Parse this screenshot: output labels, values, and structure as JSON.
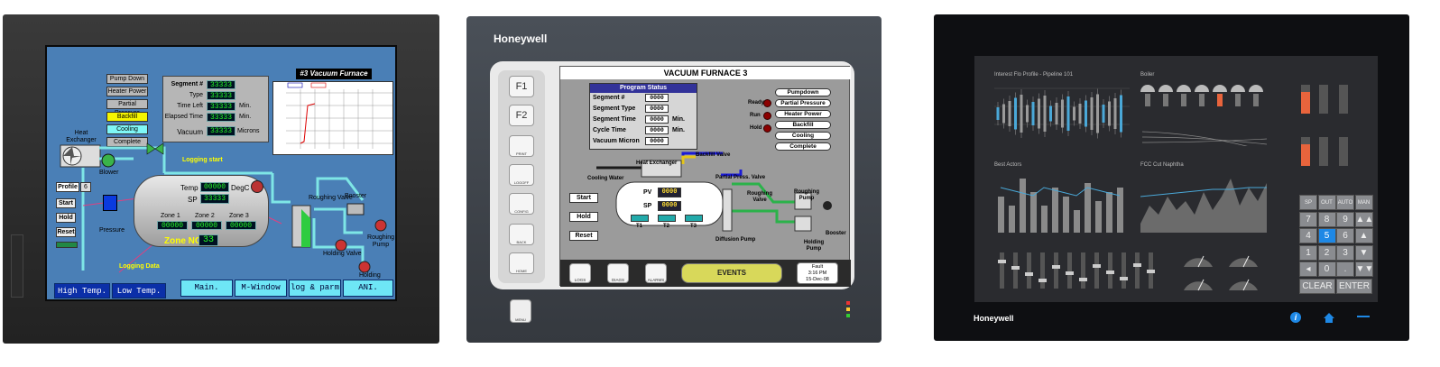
{
  "panel1": {
    "title": "#3 Vacuum Furnace",
    "status_buttons": [
      "Pump Down",
      "Heater Power",
      "Partial Pressure",
      "Backfill",
      "Cooling",
      "Complete"
    ],
    "segment": {
      "segment_label": "Segment #",
      "segment_value": "33333",
      "type_label": "Type",
      "type_value": "33333",
      "timeleft_label": "Time Left",
      "timeleft_value": "33333",
      "timeleft_unit": "Min.",
      "elapsed_label": "Elapsed Time",
      "elapsed_value": "33333",
      "elapsed_unit": "Min.",
      "vacuum_label": "Vacuum",
      "vacuum_value": "33333",
      "vacuum_unit": "Microns"
    },
    "heat_exchanger": "Heat Exchanger",
    "logging_start": "Logging start",
    "logging_data": "Logging Data",
    "blower": "Blower",
    "profile_label": "Profile",
    "profile_value": "6",
    "left_buttons": [
      "Start",
      "Hold",
      "Reset"
    ],
    "pressure": "Pressure",
    "temp_label": "Temp",
    "temp_value": "00000",
    "temp_unit": "DegC",
    "sp_label": "SP",
    "sp_value": "33333",
    "zones": [
      {
        "label": "Zone 1",
        "value": "00000"
      },
      {
        "label": "Zone 2",
        "value": "00000"
      },
      {
        "label": "Zone 3",
        "value": "00000"
      }
    ],
    "zone_no_label": "Zone NO.",
    "zone_no_value": "33",
    "roughing_valve": "Roughing Valve",
    "booster": "Booster",
    "roughing_pump": "Roughing Pump",
    "holding_valve": "Holding Valve",
    "holding_pump": "Holding Pump",
    "nav": [
      "High Temp.",
      "Low Temp.",
      "Main.",
      "M-Window",
      "log & parm",
      "ANI."
    ]
  },
  "panel2": {
    "brand": "Honeywell",
    "title": "VACUUM FURNACE 3",
    "fkeys": [
      "F1",
      "F2"
    ],
    "side_icons": [
      "PRINT",
      "LOGOFF",
      "CONFIG",
      "BACK",
      "HOME"
    ],
    "menu": "MENU",
    "program_status": "Program Status",
    "rows": [
      {
        "label": "Segment #",
        "value": "0000",
        "unit": ""
      },
      {
        "label": "Segment Type",
        "value": "0000",
        "unit": ""
      },
      {
        "label": "Segment Time",
        "value": "0000",
        "unit": "Min."
      },
      {
        "label": "Cycle Time",
        "value": "0000",
        "unit": "Min."
      },
      {
        "label": "Vacuum Micron",
        "value": "0000",
        "unit": ""
      }
    ],
    "indicators": [
      "Ready",
      "Run",
      "Hold"
    ],
    "pills": [
      "Pumpdown",
      "Partial Pressure",
      "Heater Power",
      "Backfill",
      "Cooling",
      "Complete"
    ],
    "heat_exchanger": "Heat Exchanger",
    "backfill_valve": "Backfill Valve",
    "cooling_water": "Cooling Water",
    "partial_press_valve": "Partial Press. Valve",
    "roughing_valve": "Roughing Valve",
    "roughing_pump": "Roughing Pump",
    "buttons": [
      "Start",
      "Hold",
      "Reset"
    ],
    "pv": "PV",
    "sp": "SP",
    "pv_value": "0000",
    "sp_value": "0000",
    "zones": [
      "T1",
      "T2",
      "T3"
    ],
    "diffusion_pump": "Diffusion Pump",
    "holding_pump": "Holding Pump",
    "booster": "Booster",
    "bottom": [
      "LOGS",
      "DIAGS",
      "ALARMS"
    ],
    "events": "EVENTS",
    "fault": "Fault",
    "fault_time": "3:16 PM",
    "fault_date": "15-Dec-08"
  },
  "panel3": {
    "brand": "Honeywell",
    "chart1_title": "Interest Flo Profile - Pipeline 101",
    "chart2_title": "Boiler",
    "chart3_title": "Best Actors",
    "chart4_title": "FCC Cut Naphtha",
    "keypad": [
      "SP",
      "OUT",
      "AUTO",
      "MAN",
      "7",
      "8",
      "9",
      "▲▲",
      "4",
      "5",
      "6",
      "▲",
      "1",
      "2",
      "3",
      "▼",
      "◂",
      "0",
      ".",
      "▼▼",
      "CLEAR",
      "ENTER"
    ],
    "colors": {
      "orange": "#e8643c",
      "blue": "#1e88e5",
      "teal": "#4aa8d8"
    }
  }
}
